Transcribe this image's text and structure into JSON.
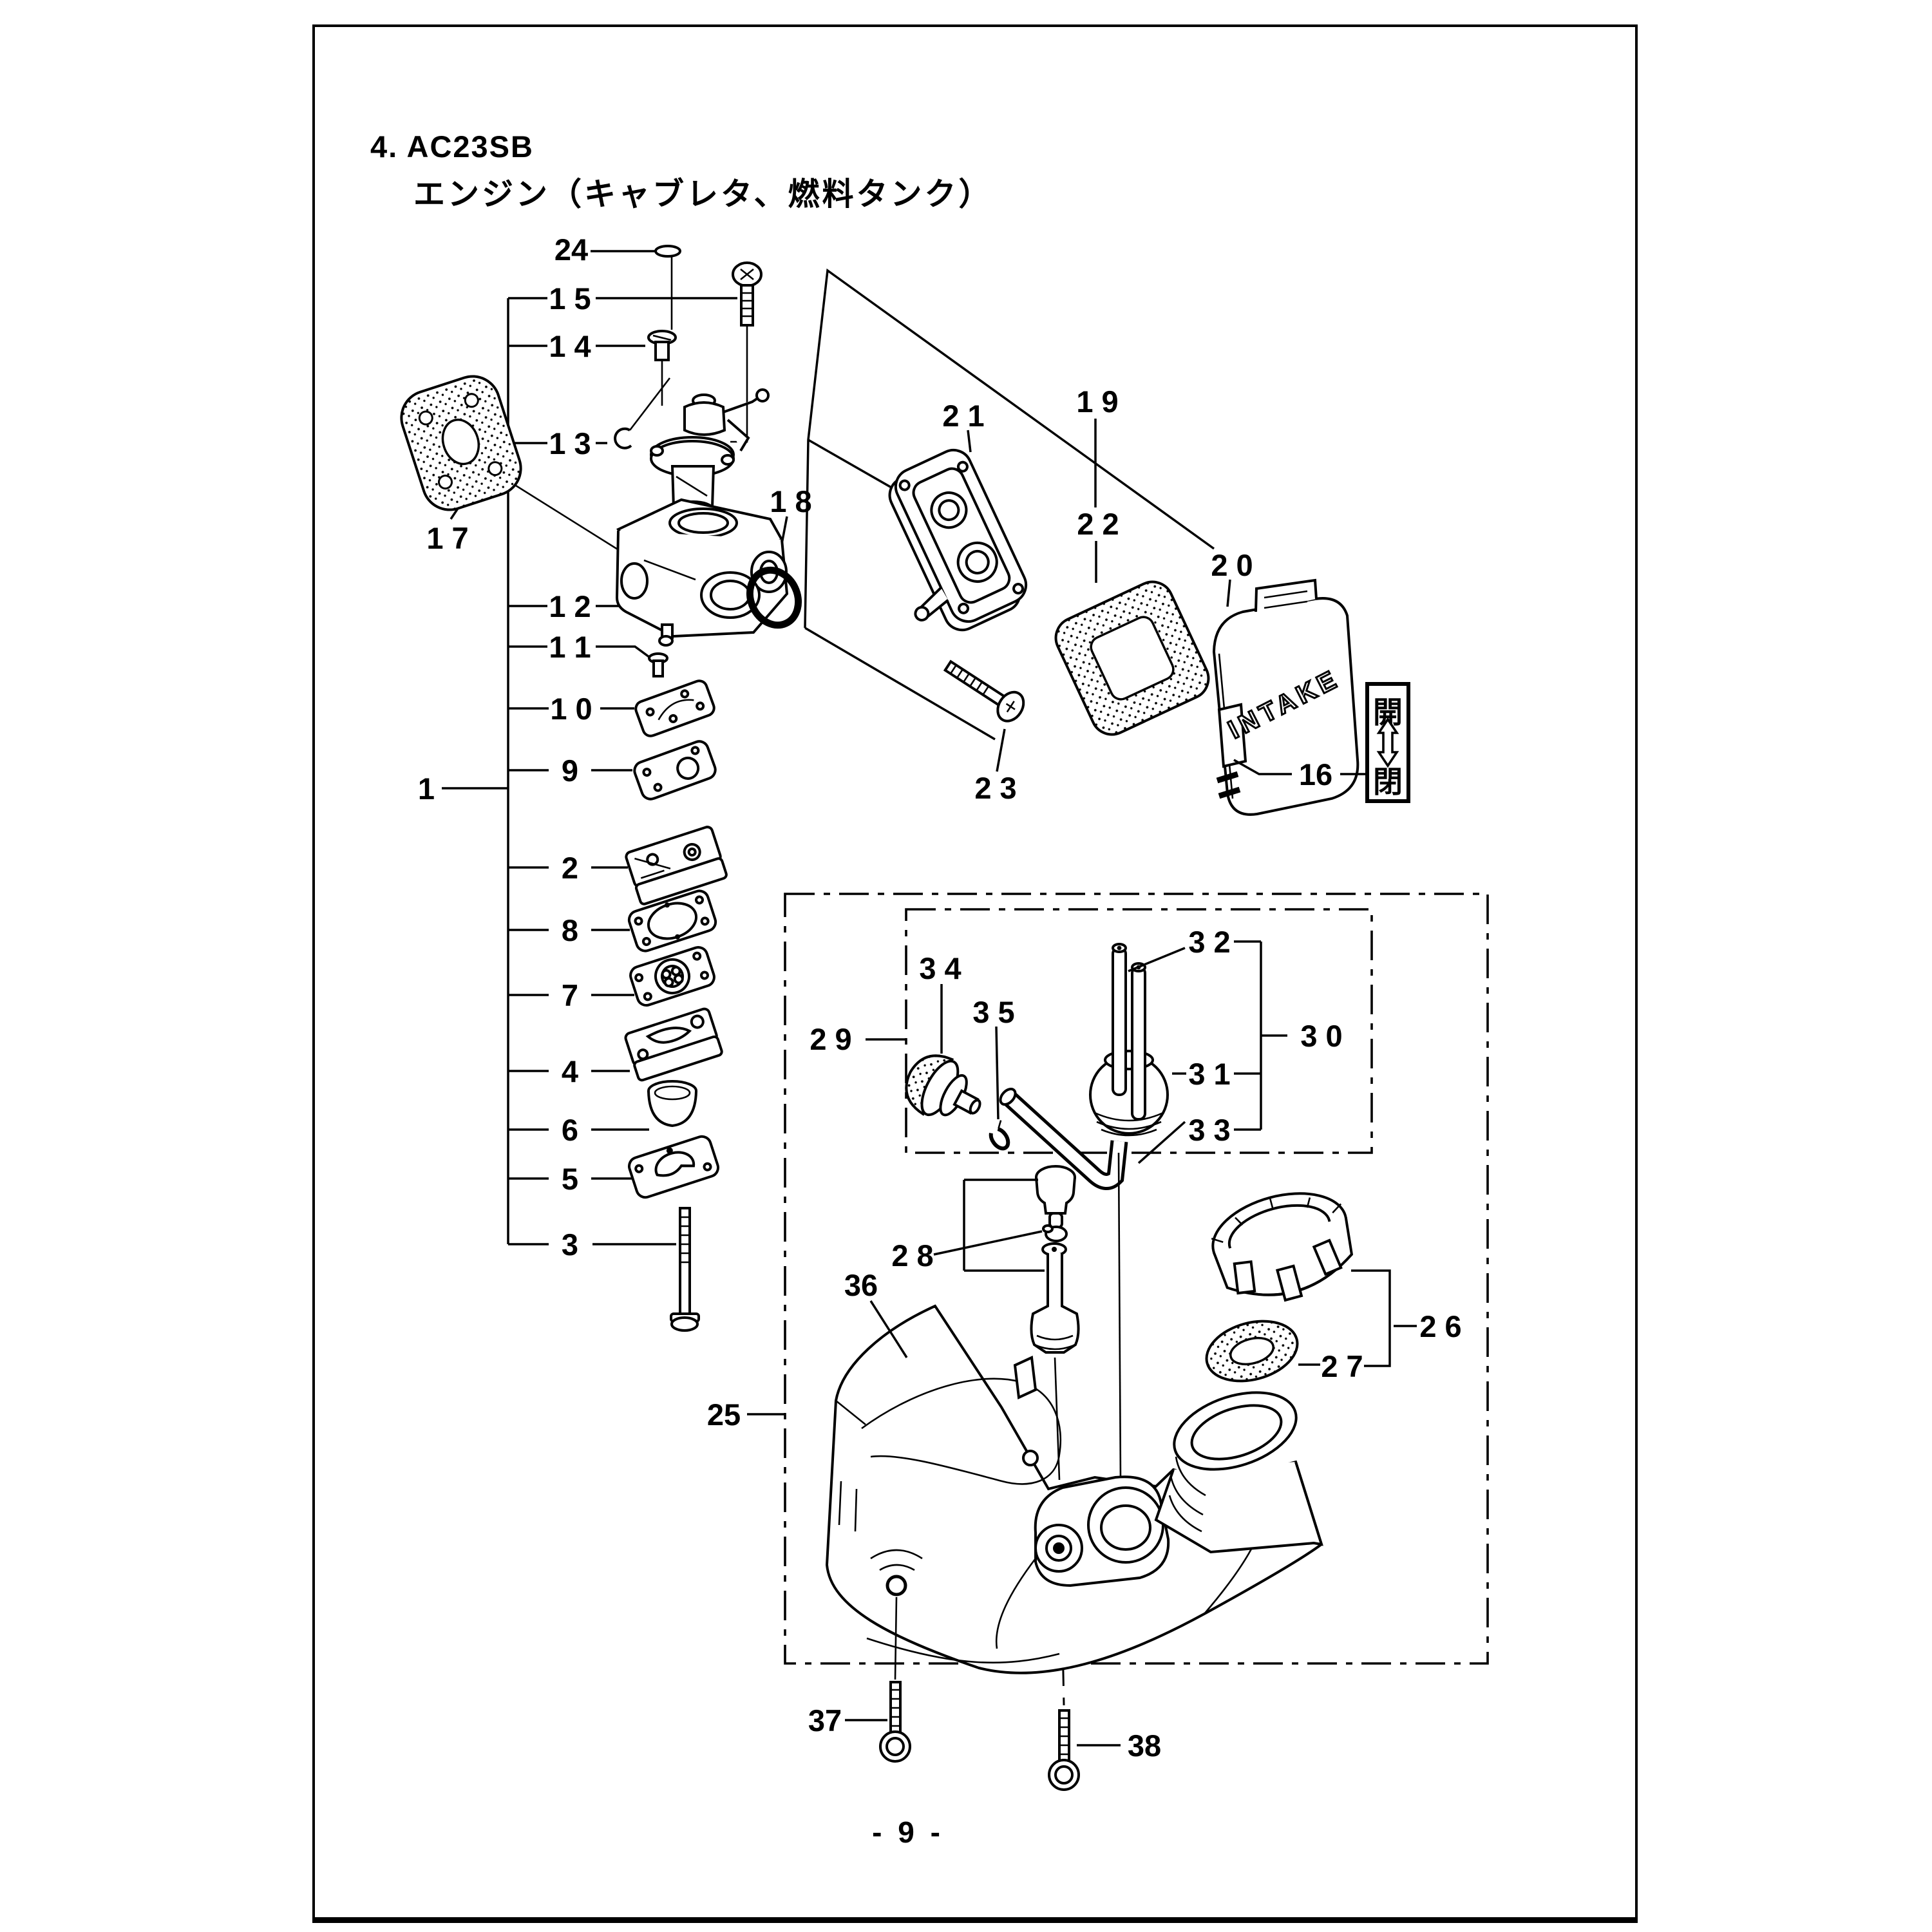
{
  "header": {
    "model_line": "4. AC23SB",
    "subtitle": "エンジン（キャブレタ、燃料タンク）"
  },
  "footer": {
    "page_number": "- 9 -"
  },
  "legend": {
    "open": "開",
    "close": "閉"
  },
  "air_cleaner": {
    "cover_text": "INTAKE"
  },
  "callouts": {
    "c1": "1",
    "c2": "2",
    "c3": "3",
    "c4": "4",
    "c5": "5",
    "c6": "6",
    "c7": "7",
    "c8": "8",
    "c9": "9",
    "c10": "1 0",
    "c11": "1 1",
    "c12": "1 2",
    "c13": "1 3",
    "c14": "1 4",
    "c15": "1 5",
    "c16": "16",
    "c17": "1 7",
    "c18": "1 8",
    "c19": "1 9",
    "c20": "2 0",
    "c21": "2 1",
    "c22": "2 2",
    "c23": "2 3",
    "c24": "24",
    "c25": "25",
    "c26": "2 6",
    "c27": "2 7",
    "c28": "2 8",
    "c29": "2 9",
    "c30": "3 0",
    "c31": "3 1",
    "c32": "3 2",
    "c33": "3 3",
    "c34": "3 4",
    "c35": "3 5",
    "c36": "36",
    "c37": "37",
    "c38": "38"
  }
}
